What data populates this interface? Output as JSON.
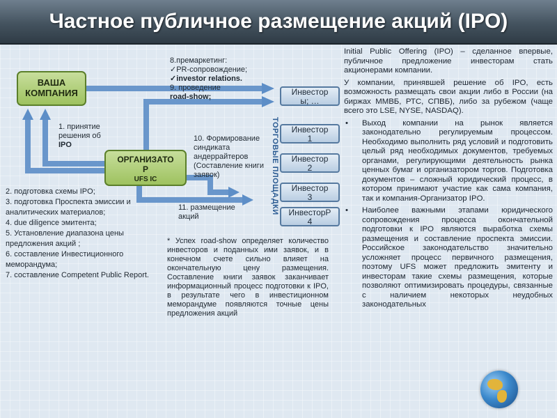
{
  "title": "Частное публичное размещение акций (IPO)",
  "colors": {
    "title_bg": "#44535f",
    "arrow": "#5d8ec7",
    "green_box": "#a8c96b",
    "investor_box": "#c9d9ea"
  },
  "diagram": {
    "company": [
      "ВАША",
      "КОМПАНИЯ"
    ],
    "organizer": [
      "ОРГАНИЗАТО",
      "Р"
    ],
    "organizer_sub": "UFS IC",
    "premarketing": {
      "line1": "8.премаркетинг:",
      "line2": "✓PR-сопровождение;",
      "line3": "✓investor relations.",
      "line4": "9. проведение",
      "line5": "road-show;"
    },
    "step1": [
      "1. принятие",
      "решения об",
      "IPO"
    ],
    "step10": [
      "10. Формирование",
      "синдиката",
      "андеррайтеров",
      "(Составление книги",
      "заявок)"
    ],
    "step11": [
      "11. размещение",
      "акций"
    ],
    "platforms": "ТОРГОВЫЕ ПЛОЩАДКИ",
    "investors": [
      [
        "Инвестор",
        "ы;",
        "…"
      ],
      [
        "Инвестор",
        "1"
      ],
      [
        "Инвестор",
        "2"
      ],
      [
        "Инвестор",
        "3"
      ],
      [
        "ИнвесторР",
        "4"
      ]
    ]
  },
  "left_list": [
    "2. подготовка схемы IPO;",
    "3. подготовка Проспекта эмиссии и",
    "аналитических материалов;",
    "4. due diligence эмитента;",
    "5. Установление диапазона цены",
    "предложения акций ;",
    "6. составление Инвестиционного",
    "меморандума;",
    "7. составление Competent Public Report."
  ],
  "success_note": "* Успех road-show определяет количество инвесторов и поданных ими заявок, и в конечном счете сильно влияет на окончательную цену размещения. Составление книги заявок заканчивает информационный процесс подготовки к IPO, в результате чего в инвестиционном меморандуме появляются точные цены предложения акций",
  "right": {
    "p1": "Initial Public Offering (IPO) – сделанное впервые, публичное предложение инвесторам стать акционерами компании.",
    "p2": "У компании, принявшей решение об IPO, есть возможность размещать свои акции либо в России (на биржах ММВБ, РТС, СПВБ), либо за рубежом (чаще всего это LSE, NYSE, NASDAQ).",
    "bullet1": "Выход компании на рынок является законодательно регулируемым процессом. Необходимо выполнить ряд условий и подготовить целый ряд необходимых документов, требуемых органами, регулирующими деятельность рынка ценных бумаг и организатором торгов. Подготовка документов – сложный юридический процесс, в котором принимают участие как сама компания, так и компания-Организатор IPO.",
    "bullet2": "Наиболее важными этапами юридического сопровождения процесса окончательной подготовки к IPO являются выработка схемы размещения и составление проспекта эмиссии. Российское законодательство значительно усложняет процесс первичного размещения, поэтому UFS может предложить эмитенту и инвесторам такие схемы размещения, которые позволяют оптимизировать процедуры, связанные с наличием некоторых неудобных законодательных"
  }
}
